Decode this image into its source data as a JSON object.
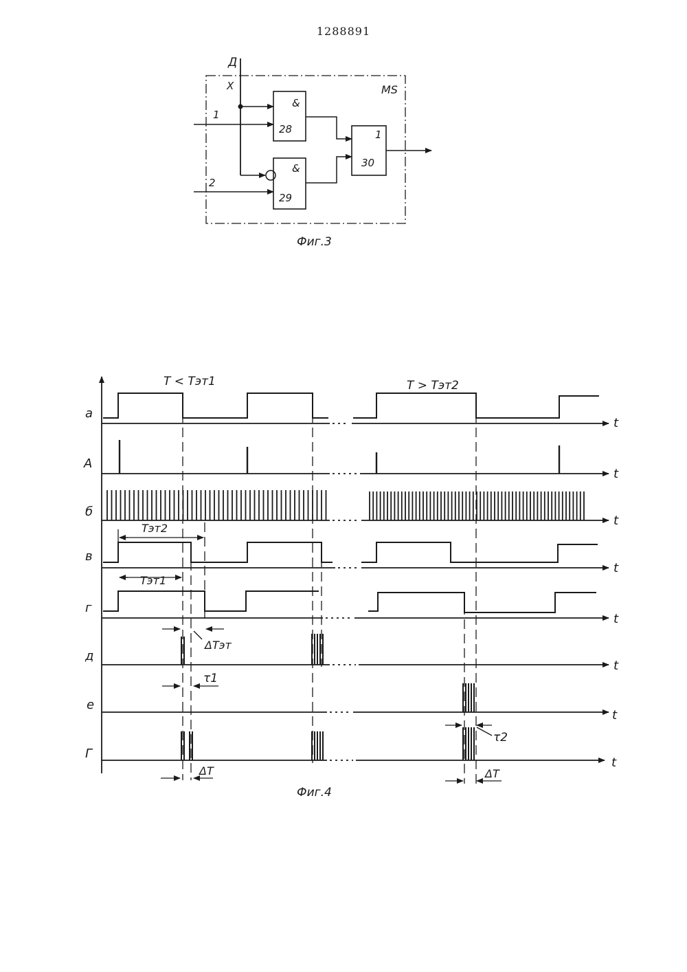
{
  "page": {
    "patent_number": "1288891"
  },
  "fig3": {
    "caption": "Фиг.3",
    "block_label": "MS",
    "input_d": "Д",
    "input_x": "X",
    "input_1": "1",
    "input_2": "2",
    "gate_28": {
      "symbol": "&",
      "number": "28"
    },
    "gate_29": {
      "symbol": "&",
      "number": "29"
    },
    "gate_30": {
      "symbol": "1",
      "number": "30"
    }
  },
  "fig4": {
    "caption": "Фиг.4",
    "condition_left": "T < Tэт1",
    "condition_right": "T > Tэт2",
    "axis_symbol": "t",
    "row_labels": [
      "a",
      "A",
      "б",
      "в",
      "г",
      "д",
      "е",
      "Г"
    ],
    "annotations": {
      "t_et2": "Tэт2",
      "t_et1": "Tэт1",
      "delta_t_et": "ΔTэт",
      "tau1": "τ1",
      "tau2": "τ2",
      "delta_t_left": "ΔT",
      "delta_t_right": "ΔT"
    }
  }
}
